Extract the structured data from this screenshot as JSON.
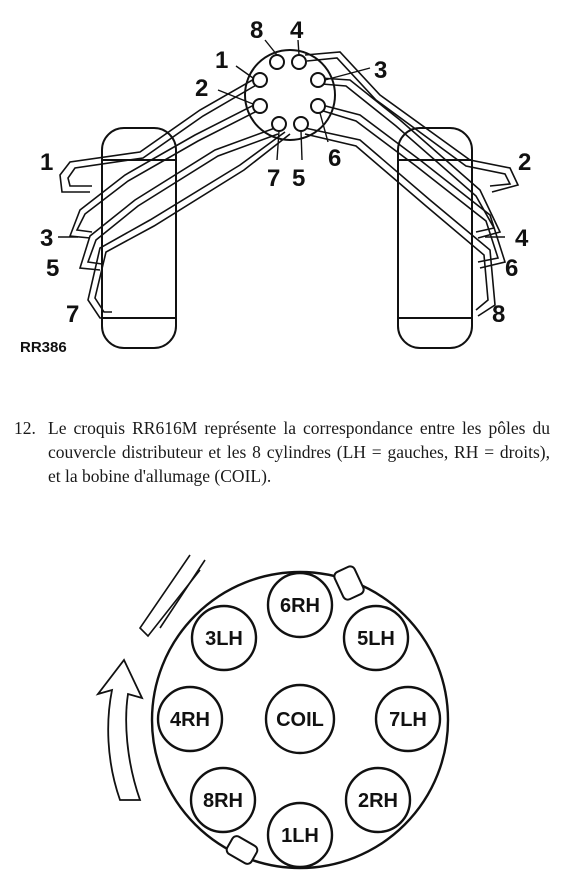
{
  "figure1": {
    "ref": "RR386",
    "cap_labels": [
      "8",
      "4",
      "1",
      "3",
      "2",
      "6",
      "7",
      "5"
    ],
    "left_labels": [
      "1",
      "3",
      "5",
      "7"
    ],
    "right_labels": [
      "2",
      "4",
      "6",
      "8"
    ]
  },
  "step": {
    "number": "12.",
    "text": "Le croquis RR616M représente la correspondance entre les pôles du couvercle distributeur et les 8 cylindres (LH = gauches, RH = droits), et la bobine d'allumage (COIL)."
  },
  "figure2": {
    "terminals": [
      "6RH",
      "5LH",
      "7LH",
      "2RH",
      "1LH",
      "8RH",
      "4RH",
      "3LH"
    ],
    "center": "COIL"
  },
  "colors": {
    "ink": "#111111",
    "paper": "#ffffff"
  }
}
